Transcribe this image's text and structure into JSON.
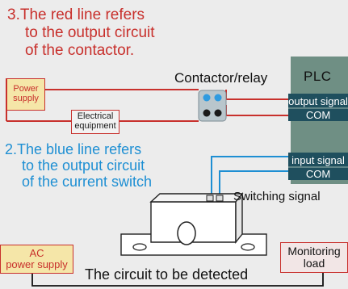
{
  "notes": {
    "red_line_1": "3.The red line refers",
    "red_line_2": "to the output circuit",
    "red_line_3": "of the contactor.",
    "blue_line_1": "2.The blue line refers",
    "blue_line_2": "to the output circuit",
    "blue_line_3": "of the current switch"
  },
  "labels": {
    "power_supply_1": "Power",
    "power_supply_2": "supply",
    "electrical_equipment_1": "Electrical",
    "electrical_equipment_2": "equipment",
    "contactor_relay": "Contactor/relay",
    "switching_signal": "Switching signal",
    "ac_power_supply_1": "AC",
    "ac_power_supply_2": "power supply",
    "circuit_to_detect": "The circuit to be detected",
    "monitoring_load_1": "Monitoring",
    "monitoring_load_2": "load"
  },
  "plc": {
    "title": "PLC",
    "output_signal": "output signal",
    "com_top": "COM",
    "input_signal": "input signal",
    "com_bottom": "COM"
  },
  "colors": {
    "red_wire": "#c8302c",
    "blue_wire": "#1e8fd3",
    "plc_body": "#6f8f84",
    "plc_cell": "#1f4f5e",
    "label_box": "#f5e6a8",
    "label_border": "#c8302c",
    "black_wire": "#111111"
  }
}
